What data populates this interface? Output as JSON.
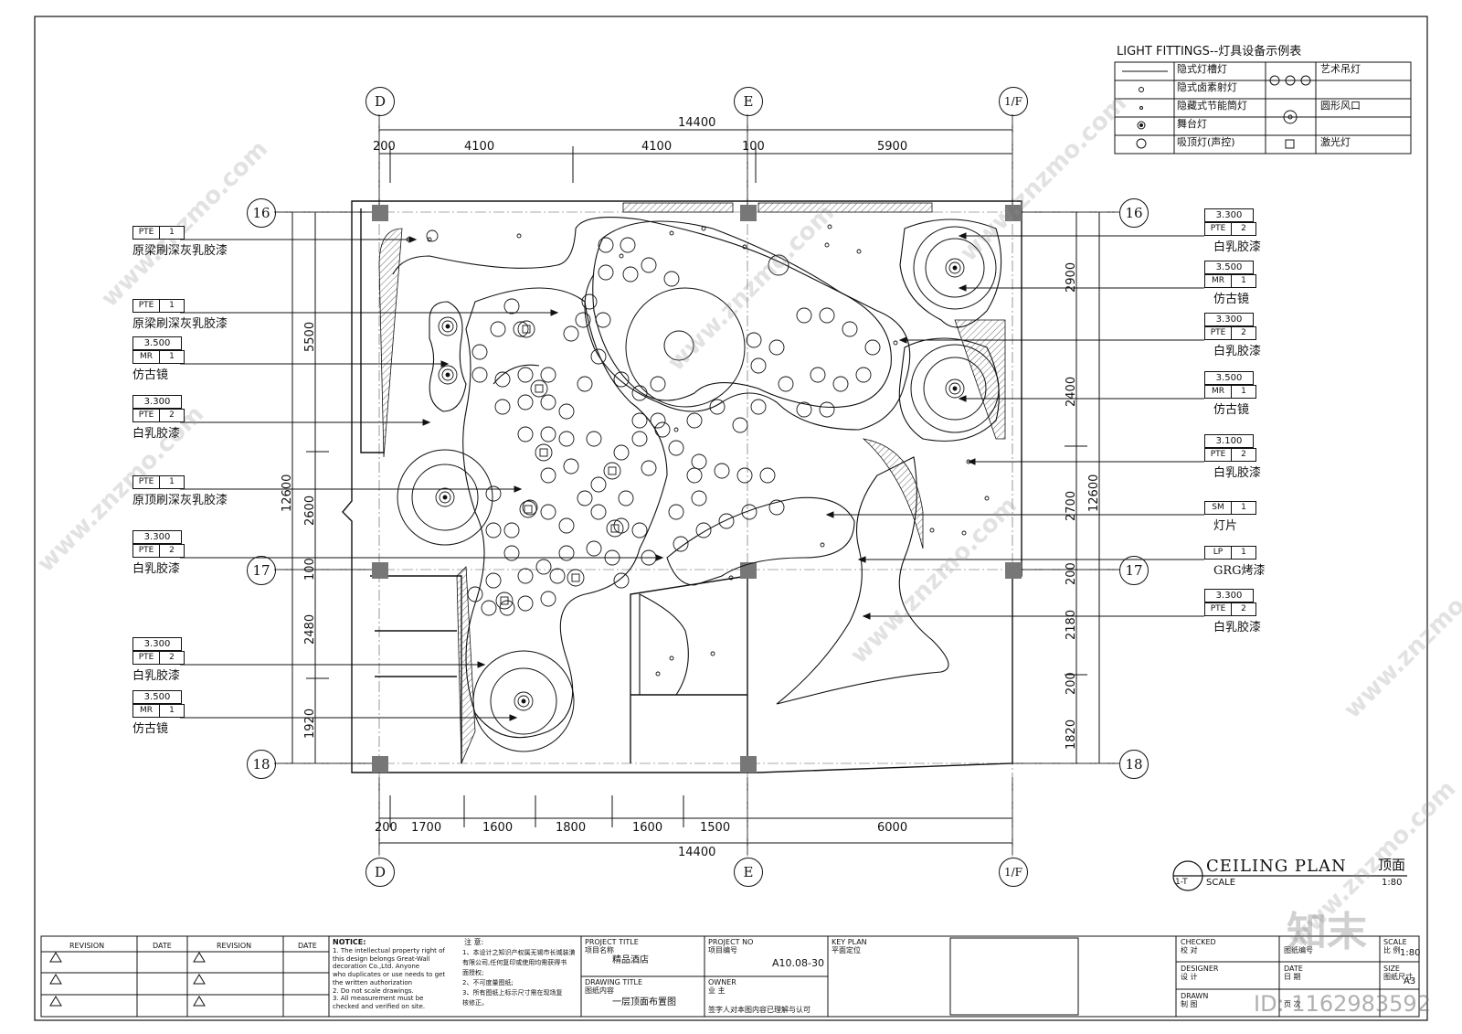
{
  "legend": {
    "title": "LIGHT FITTINGS--灯具设备示例表",
    "rows": [
      {
        "left": "隐式灯槽灯",
        "right": "艺术吊灯"
      },
      {
        "left": "隐式卤素射灯",
        "right": ""
      },
      {
        "left": "隐藏式节能筒灯",
        "right": "圆形风口"
      },
      {
        "left": "舞台灯",
        "right": ""
      },
      {
        "left": "吸顶灯(声控)",
        "right": "激光灯"
      }
    ]
  },
  "grid": {
    "top": [
      "D",
      "E",
      "1/F"
    ],
    "bottom": [
      "D",
      "E",
      "1/F"
    ],
    "left": [
      "16",
      "17",
      "18"
    ],
    "right": [
      "16",
      "17",
      "18"
    ]
  },
  "dims": {
    "top_total": "14400",
    "top": [
      "200",
      "4100",
      "4100",
      "100",
      "5900"
    ],
    "bottom_total": "14400",
    "bottom": [
      "200",
      "1700",
      "1600",
      "1800",
      "1600",
      "1500",
      "6000"
    ],
    "left_total": "12600",
    "left": [
      "5500",
      "2600",
      "100",
      "2480",
      "1920"
    ],
    "right_total": "12600",
    "right": [
      "2900",
      "2400",
      "2700",
      "200",
      "2180",
      "200",
      "1820"
    ]
  },
  "left_labels": [
    {
      "code": "PTE",
      "num": "1",
      "elev": "",
      "text": "原梁刷深灰乳胶漆"
    },
    {
      "code": "PTE",
      "num": "1",
      "elev": "",
      "text": "原梁刷深灰乳胶漆"
    },
    {
      "code": "MR",
      "num": "1",
      "elev": "3.500",
      "text": "仿古镜"
    },
    {
      "code": "PTE",
      "num": "2",
      "elev": "3.300",
      "text": "白乳胶漆"
    },
    {
      "code": "PTE",
      "num": "1",
      "elev": "",
      "text": "原顶刷深灰乳胶漆"
    },
    {
      "code": "PTE",
      "num": "2",
      "elev": "3.300",
      "text": "白乳胶漆"
    },
    {
      "code": "PTE",
      "num": "2",
      "elev": "3.300",
      "text": "白乳胶漆"
    },
    {
      "code": "MR",
      "num": "1",
      "elev": "3.500",
      "text": "仿古镜"
    }
  ],
  "right_labels": [
    {
      "code": "PTE",
      "num": "2",
      "elev": "3.300",
      "text": "白乳胶漆"
    },
    {
      "code": "MR",
      "num": "1",
      "elev": "3.500",
      "text": "仿古镜"
    },
    {
      "code": "PTE",
      "num": "2",
      "elev": "3.300",
      "text": "白乳胶漆"
    },
    {
      "code": "MR",
      "num": "1",
      "elev": "3.500",
      "text": "仿古镜"
    },
    {
      "code": "PTE",
      "num": "2",
      "elev": "3.100",
      "text": "白乳胶漆"
    },
    {
      "code": "SM",
      "num": "1",
      "elev": "",
      "text": "灯片"
    },
    {
      "code": "LP",
      "num": "1",
      "elev": "",
      "text": "GRG烤漆"
    },
    {
      "code": "PTE",
      "num": "2",
      "elev": "3.300",
      "text": "白乳胶漆"
    }
  ],
  "plan_title": {
    "en": "CEILING PLAN",
    "cn": "顶面",
    "code": "1-T",
    "scale_label": "SCALE",
    "scale": "1:80"
  },
  "titleblock": {
    "revision": "REVISION",
    "date": "DATE",
    "notice_title": "NOTICE:",
    "notice": [
      "1. The intellectual property right of",
      "this design belongs Great-Wall",
      "decoration Co.,Ltd. Anyone",
      "who duplicates or use needs to get",
      "the written authorization",
      "2. Do not scale drawings.",
      "3. All measurement must be",
      "checked and verified on site."
    ],
    "note_title": "注 意:",
    "notes": [
      "1、本设计之知识产权属无锡市长城装潢",
      "有限公司,任何复印或使用均需获得书",
      "面授权;",
      "2、不可度量图纸;",
      "3、所有图纸上标示尺寸需在现场复",
      "核修正。"
    ],
    "project_title": "PROJECT TITLE",
    "project_title_cn": "项目名称",
    "project_name": "精品酒店",
    "drawing_title": "DRAWING TITLE",
    "drawing_title_cn": "图纸内容",
    "drawing_name": "一层顶面布置图",
    "project_no": "PROJECT NO",
    "project_no_cn": "项目编号",
    "project_no_val": "A10.08-30",
    "owner": "OWNER",
    "owner_cn": "业 主",
    "owner_note": "签字人对本图内容已理解与认可",
    "key_plan": "KEY PLAN",
    "key_plan_cn": "平面定位",
    "checked": "CHECKED",
    "checked_cn": "校 对",
    "designer": "DESIGNER",
    "designer_cn": "设 计",
    "drawn": "DRAWN",
    "drawn_cn": "制 图",
    "sheet_no_cn": "图纸编号",
    "date_label": "DATE",
    "date_cn": "日 期",
    "page_cn": "页 次",
    "scale_label": "SCALE",
    "scale_cn": "比 例",
    "scale_val": "1:80",
    "size_label": "SIZE",
    "size_cn": "图纸尺寸",
    "size_val": "A3"
  },
  "watermark": {
    "brand": "知末",
    "site": "www.znzmo.com",
    "id": "ID: 1162983592"
  }
}
